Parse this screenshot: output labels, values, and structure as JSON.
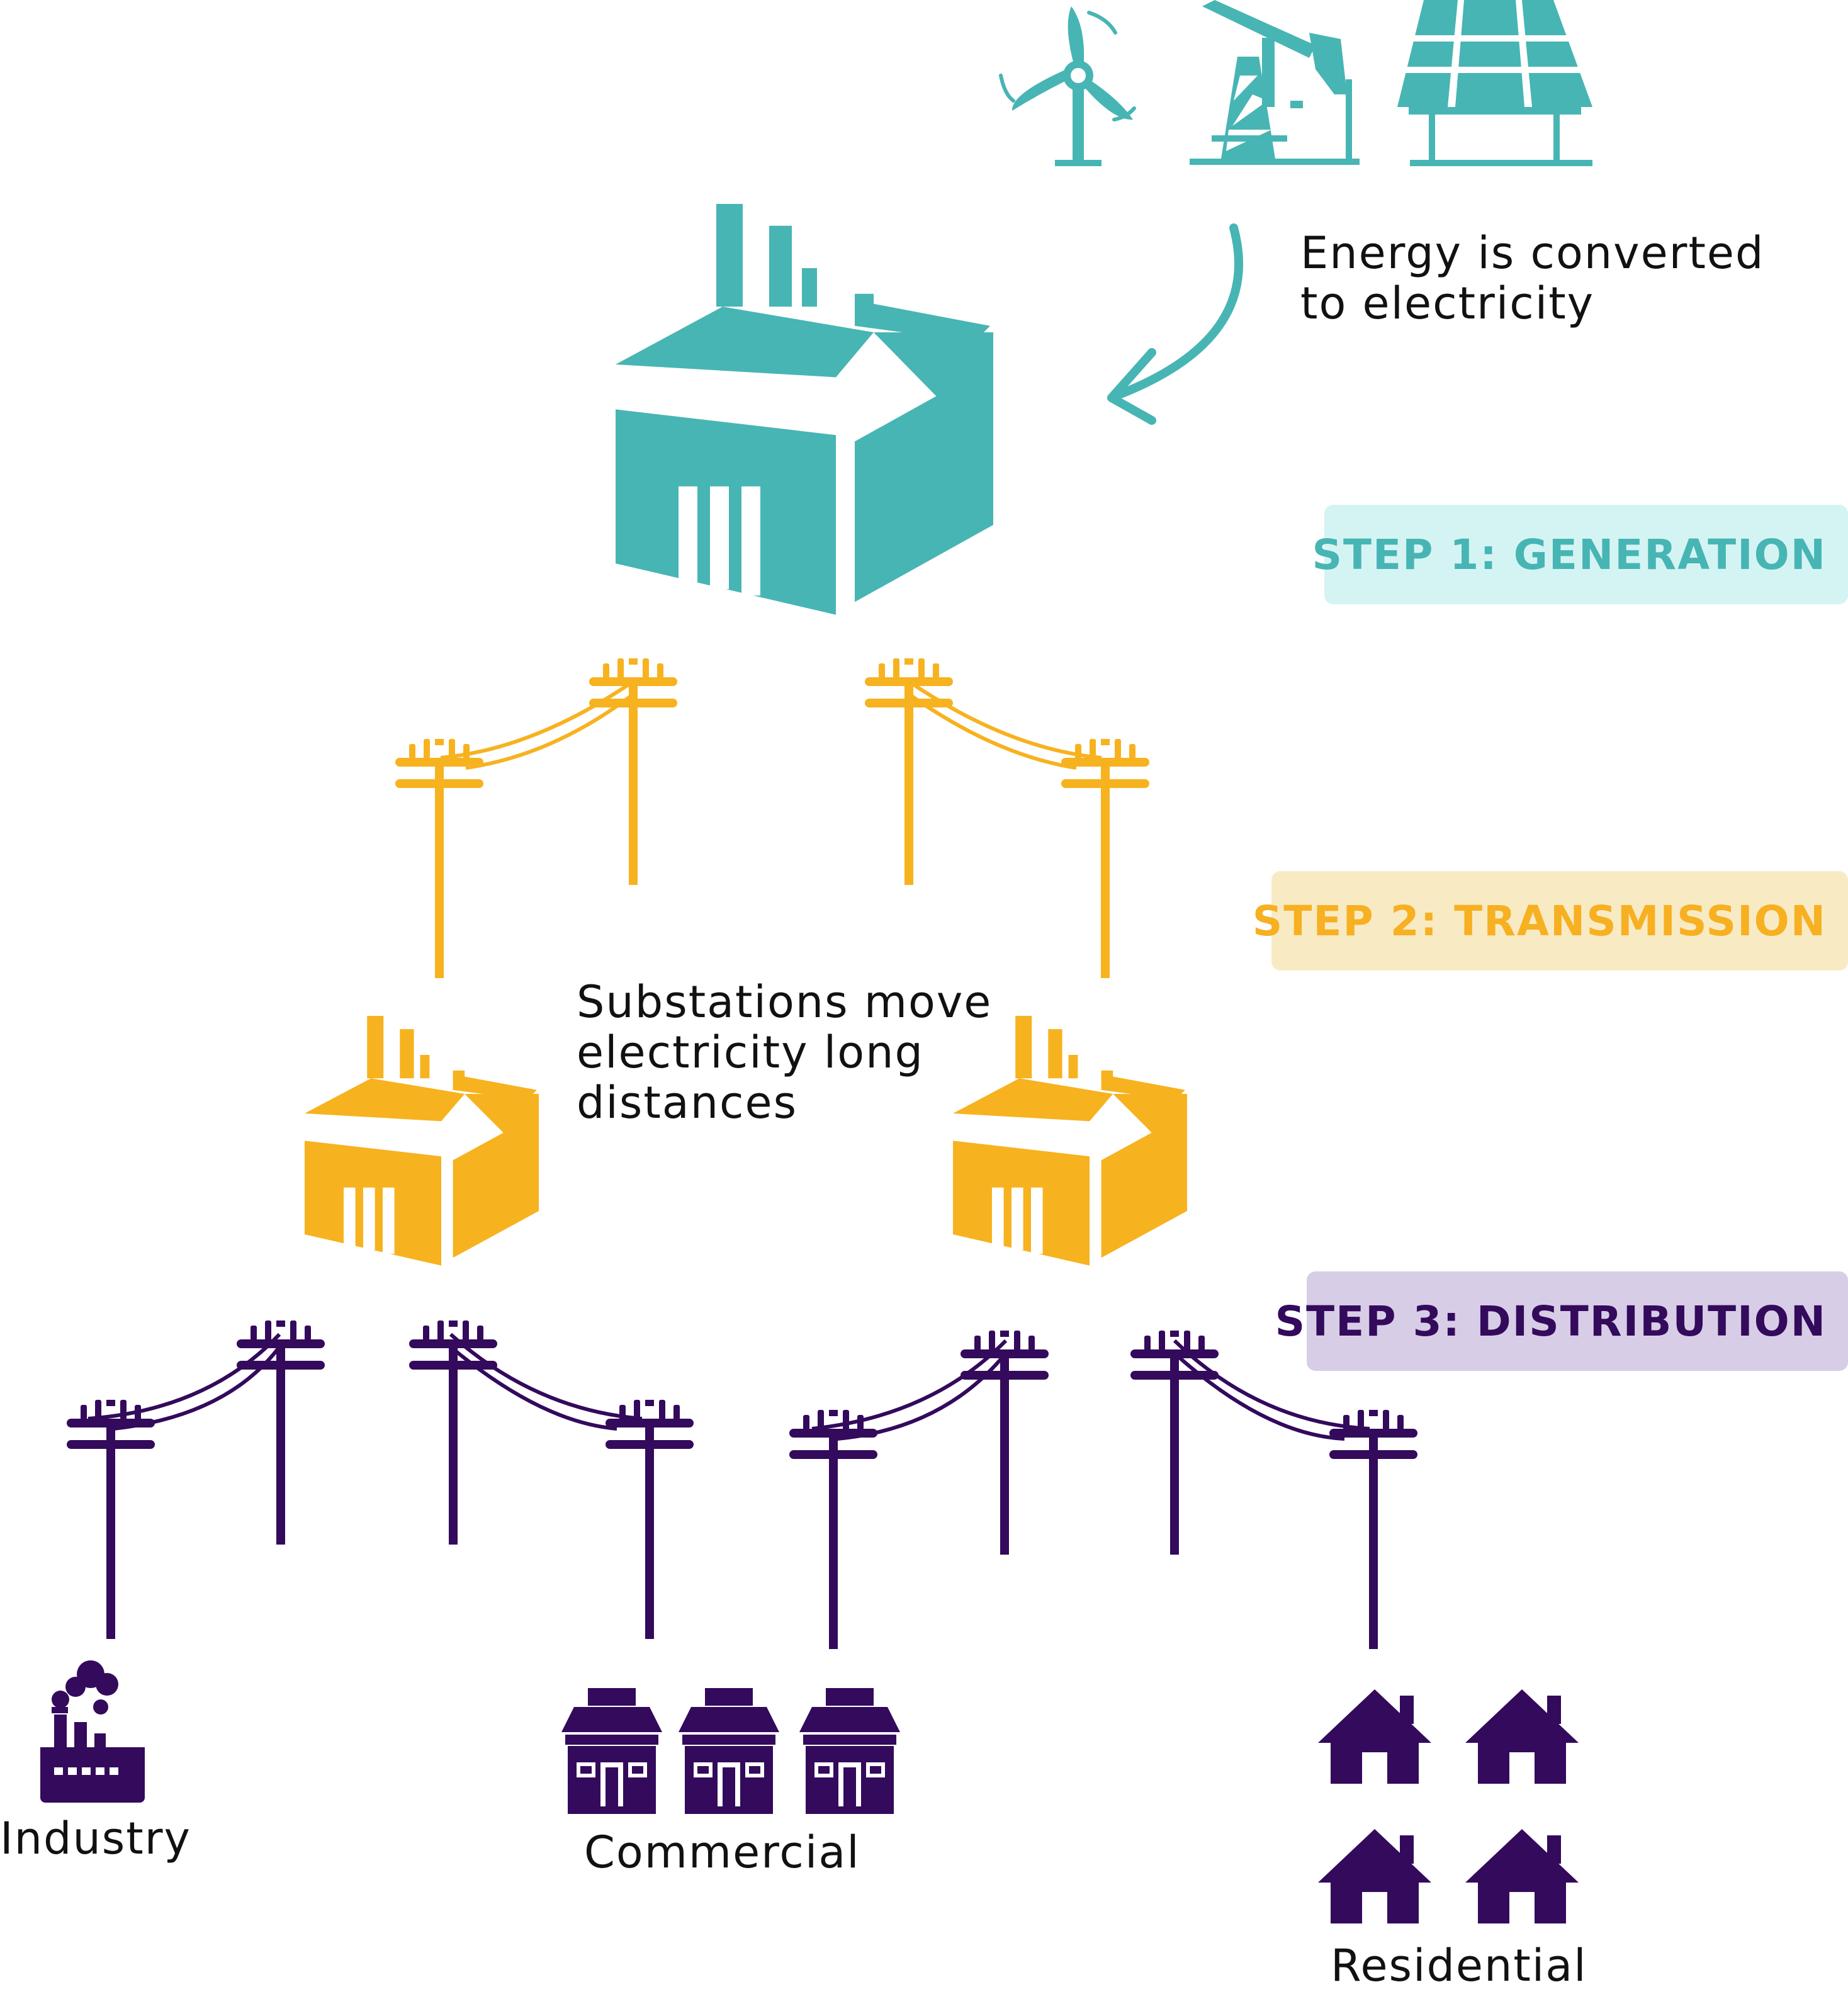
{
  "colors": {
    "generation": "#47b5b4",
    "transmission": "#f7b21f",
    "distribution": "#330a5c",
    "text": "#111111"
  },
  "icons": [
    "wind-turbine-icon",
    "oil-pump-icon",
    "solar-panel-icon",
    "power-plant-icon",
    "substation-icon",
    "utility-pole-icon",
    "factory-icon",
    "shop-icon",
    "house-icon",
    "curved-arrow-icon"
  ],
  "notes": {
    "generation": [
      "Energy is converted",
      "to electricity"
    ],
    "transmission": [
      "Substations move",
      "electricity long",
      "distances"
    ]
  },
  "steps": {
    "generation": "STEP 1: GENERATION",
    "transmission": "STEP 2: TRANSMISSION",
    "distribution": "STEP 3: DISTRIBUTION"
  },
  "consumers": {
    "industry": "Industry",
    "commercial": "Commercial",
    "residential": "Residential"
  }
}
